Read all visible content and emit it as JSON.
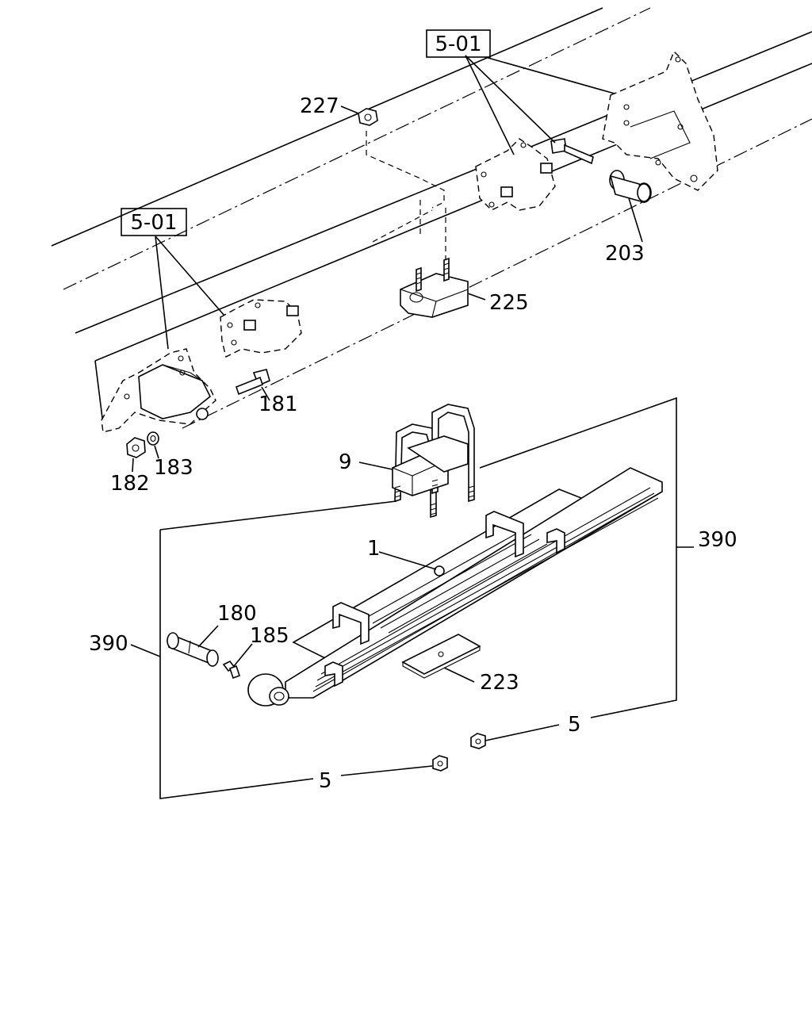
{
  "diagram": {
    "reference_boxes": [
      {
        "id": "ref-top",
        "label": "5-01"
      },
      {
        "id": "ref-left",
        "label": "5-01"
      }
    ],
    "callouts": [
      {
        "id": "227",
        "label": "227"
      },
      {
        "id": "203",
        "label": "203"
      },
      {
        "id": "225",
        "label": "225"
      },
      {
        "id": "181",
        "label": "181"
      },
      {
        "id": "182",
        "label": "182"
      },
      {
        "id": "183",
        "label": "183"
      },
      {
        "id": "9",
        "label": "9"
      },
      {
        "id": "390-right",
        "label": "390"
      },
      {
        "id": "1",
        "label": "1"
      },
      {
        "id": "180",
        "label": "180"
      },
      {
        "id": "185",
        "label": "185"
      },
      {
        "id": "390-left",
        "label": "390"
      },
      {
        "id": "223",
        "label": "223"
      },
      {
        "id": "5-right",
        "label": "5"
      },
      {
        "id": "5-bottom",
        "label": "5"
      }
    ]
  }
}
